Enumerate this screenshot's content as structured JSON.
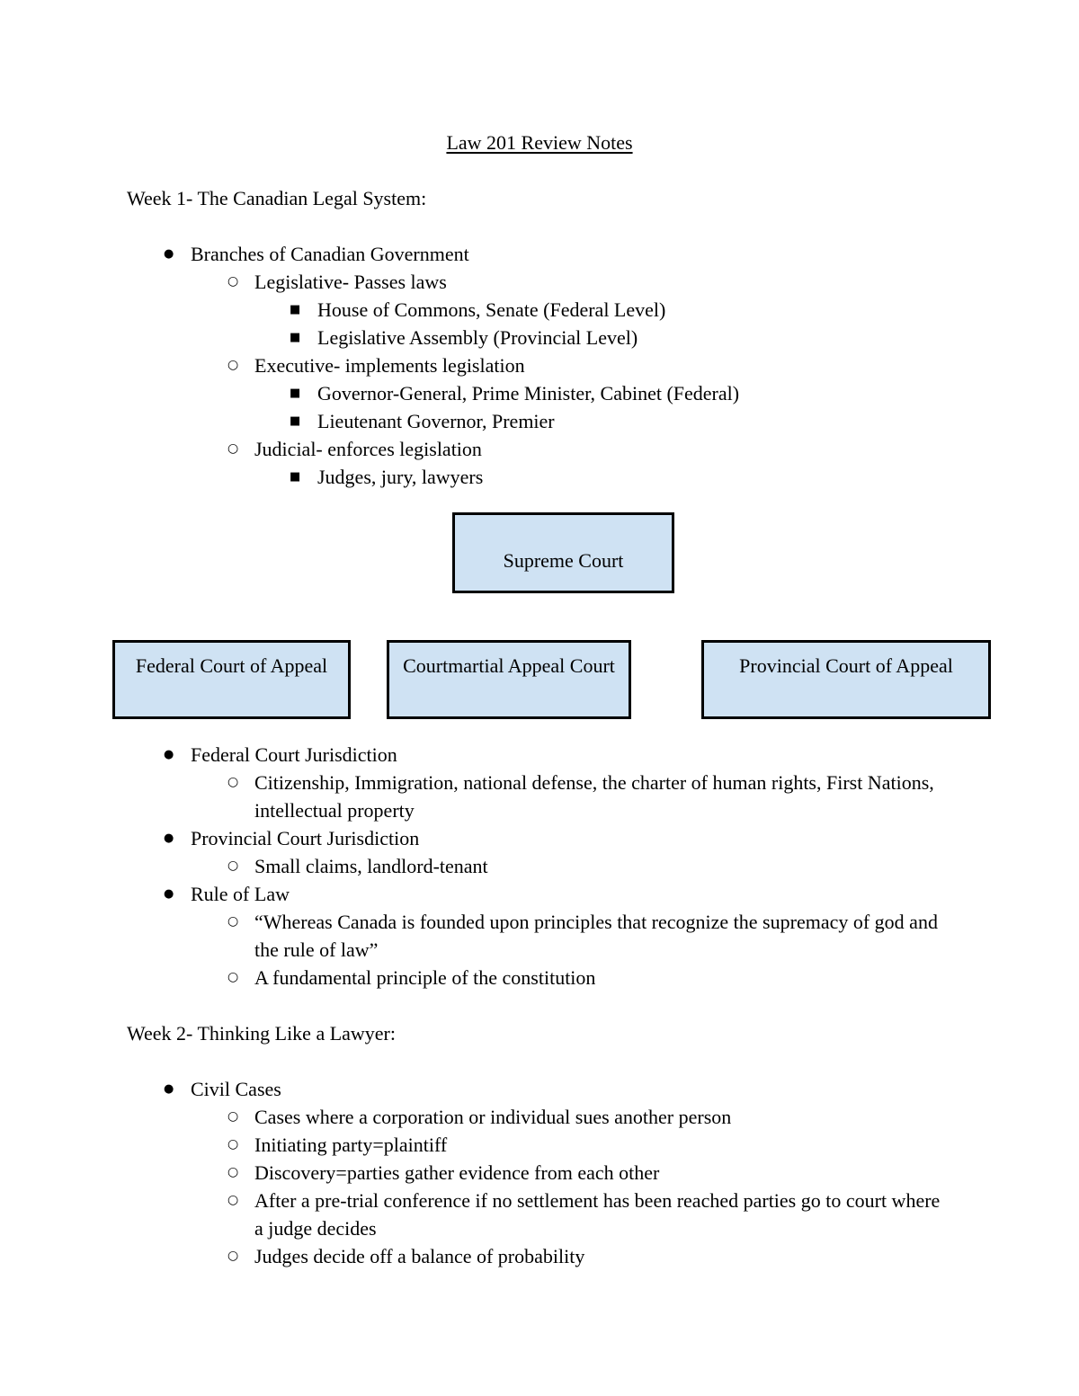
{
  "title": "Law 201 Review Notes",
  "glyphs": {
    "disc": "●",
    "circle": "○",
    "square": "■"
  },
  "colors": {
    "page_background": "#ffffff",
    "text": "#000000",
    "box_fill": "#cfe2f3",
    "box_border": "#000000"
  },
  "week1": {
    "heading": "Week 1- The Canadian Legal System:",
    "branches": [
      {
        "level": 1,
        "text": "Branches of Canadian Government"
      },
      {
        "level": 2,
        "text": "Legislative- Passes laws"
      },
      {
        "level": 3,
        "text": "House of Commons, Senate (Federal Level)"
      },
      {
        "level": 3,
        "text": "Legislative Assembly (Provincial Level)"
      },
      {
        "level": 2,
        "text": "Executive- implements legislation"
      },
      {
        "level": 3,
        "text": "Governor-General, Prime Minister, Cabinet (Federal)"
      },
      {
        "level": 3,
        "text": "Lieutenant Governor, Premier"
      },
      {
        "level": 2,
        "text": "Judicial- enforces legislation"
      },
      {
        "level": 3,
        "text": "Judges, jury, lawyers"
      }
    ],
    "court_hierarchy": {
      "top": "Supreme Court",
      "appeal_courts": [
        "Federal Court of Appeal",
        "Courtmartial Appeal Court",
        "Provincial Court of Appeal"
      ]
    },
    "jurisdiction_items": [
      {
        "level": 1,
        "text": "Federal Court Jurisdiction"
      },
      {
        "level": 2,
        "text": "Citizenship, Immigration, national defense, the charter of human rights, First Nations, intellectual property"
      },
      {
        "level": 1,
        "text": "Provincial Court Jurisdiction"
      },
      {
        "level": 2,
        "text": "Small claims, landlord-tenant"
      },
      {
        "level": 1,
        "text": "Rule of Law"
      },
      {
        "level": 2,
        "text": "“Whereas Canada is founded upon principles that recognize the supremacy of god and the rule of law”"
      },
      {
        "level": 2,
        "text": "A fundamental principle of the constitution"
      }
    ]
  },
  "week2": {
    "heading": "Week 2- Thinking Like a Lawyer:",
    "items": [
      {
        "level": 1,
        "text": "Civil Cases"
      },
      {
        "level": 2,
        "text": "Cases where a corporation or individual sues another person"
      },
      {
        "level": 2,
        "text": "Initiating party=plaintiff"
      },
      {
        "level": 2,
        "text": "Discovery=parties gather evidence from each other"
      },
      {
        "level": 2,
        "text": "After a pre-trial conference if no settlement has been reached parties go to court where a judge decides"
      },
      {
        "level": 2,
        "text": "Judges decide off a balance of probability"
      }
    ]
  }
}
